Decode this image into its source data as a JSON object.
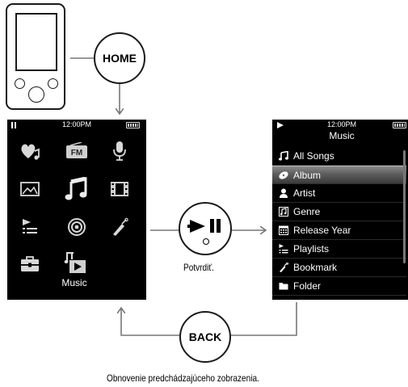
{
  "buttons": {
    "home_label": "HOME",
    "back_label": "BACK",
    "play_pause_icon": "play-pause-icon"
  },
  "captions": {
    "confirm": "Potvrdiť.",
    "back": "Obnovenie predchádzajúceho zobrazenia."
  },
  "home_screen": {
    "status_time": "12:00PM",
    "playback_state": "pause-icon",
    "icons": [
      "heart-note-icon",
      "fm-radio-icon",
      "microphone-icon",
      "photo-icon",
      "music-note-icon",
      "film-strip-icon",
      "playlist-icon",
      "podcast-icon",
      "bookmark-icon",
      "toolbox-icon",
      "now-playing-icon"
    ],
    "selected_label": "Music"
  },
  "music_screen": {
    "status_time": "12:00PM",
    "playback_state": "play-icon",
    "title": "Music",
    "items": [
      {
        "label": "All Songs",
        "icon": "music-note-icon"
      },
      {
        "label": "Album",
        "icon": "disc-icon",
        "selected": true
      },
      {
        "label": "Artist",
        "icon": "person-icon"
      },
      {
        "label": "Genre",
        "icon": "genre-icon"
      },
      {
        "label": "Release Year",
        "icon": "calendar-icon"
      },
      {
        "label": "Playlists",
        "icon": "playlist-icon"
      },
      {
        "label": "Bookmark",
        "icon": "bookmark-icon"
      },
      {
        "label": "Folder",
        "icon": "folder-icon"
      }
    ]
  },
  "colors": {
    "screen_bg": "#000000",
    "selection_highlight": "#6e6e6e",
    "line": "#777777"
  }
}
